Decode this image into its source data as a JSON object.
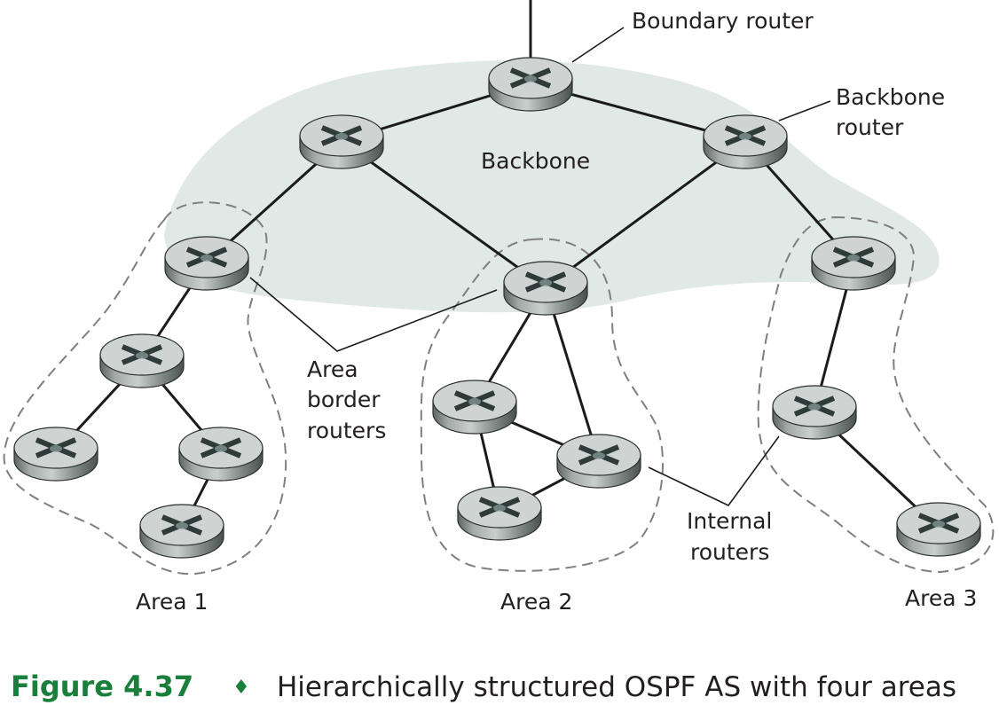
{
  "figure": {
    "number": "Figure 4.37",
    "separator": "♦",
    "caption": "Hierarchically structured OSPF AS with four areas",
    "accent_color": "#1a7f3a"
  },
  "region": {
    "backbone_label": "Backbone",
    "backbone_fill": "#e1e9e6"
  },
  "annotations": {
    "boundary_router": "Boundary router",
    "backbone_router_line1": "Backbone",
    "backbone_router_line2": "router",
    "area_border_line1": "Area",
    "area_border_line2": "border",
    "area_border_line3": "routers",
    "internal_line1": "Internal",
    "internal_line2": "routers"
  },
  "areas": [
    {
      "label": "Area 1"
    },
    {
      "label": "Area 2"
    },
    {
      "label": "Area 3"
    }
  ],
  "routers": [
    {
      "id": "boundary",
      "role": "boundary router"
    },
    {
      "id": "bb-left",
      "role": "backbone router"
    },
    {
      "id": "bb-right",
      "role": "backbone router"
    },
    {
      "id": "abr-1",
      "role": "area border router"
    },
    {
      "id": "abr-2",
      "role": "area border router"
    },
    {
      "id": "abr-3",
      "role": "area border router"
    },
    {
      "id": "a1-r1",
      "role": "internal router"
    },
    {
      "id": "a1-r2",
      "role": "internal router"
    },
    {
      "id": "a1-r3",
      "role": "internal router"
    },
    {
      "id": "a1-r4",
      "role": "internal router"
    },
    {
      "id": "a2-r1",
      "role": "internal router"
    },
    {
      "id": "a2-r2",
      "role": "internal router"
    },
    {
      "id": "a2-r3",
      "role": "internal router"
    },
    {
      "id": "a3-r1",
      "role": "internal router"
    },
    {
      "id": "a3-r2",
      "role": "internal router"
    }
  ],
  "links": [
    [
      "boundary",
      "bb-left"
    ],
    [
      "boundary",
      "bb-right"
    ],
    [
      "bb-left",
      "abr-1"
    ],
    [
      "bb-left",
      "abr-2"
    ],
    [
      "bb-right",
      "abr-2"
    ],
    [
      "bb-right",
      "abr-3"
    ],
    [
      "abr-1",
      "a1-r1"
    ],
    [
      "a1-r1",
      "a1-r2"
    ],
    [
      "a1-r1",
      "a1-r3"
    ],
    [
      "a1-r3",
      "a1-r4"
    ],
    [
      "abr-2",
      "a2-r1"
    ],
    [
      "abr-2",
      "a2-r2"
    ],
    [
      "a2-r1",
      "a2-r2"
    ],
    [
      "a2-r1",
      "a2-r3"
    ],
    [
      "a2-r3",
      "a2-r2"
    ],
    [
      "abr-3",
      "a3-r1"
    ],
    [
      "a3-r1",
      "a3-r2"
    ]
  ]
}
